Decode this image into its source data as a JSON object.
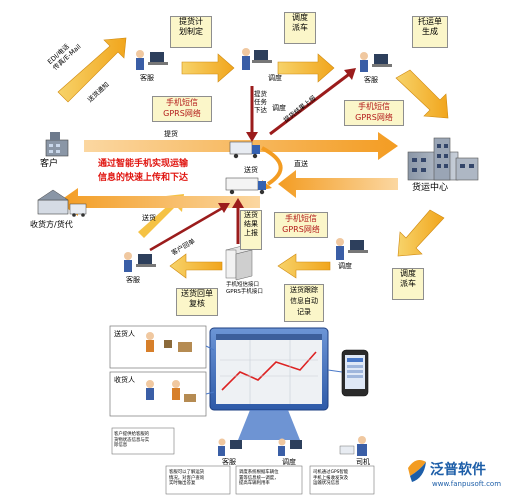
{
  "nodes": {
    "plan_box": "提货计\n划制定",
    "dispatch_top_box": "调度\n派车",
    "waybill_box": "托运单\n生成",
    "dispatch_right_box": "调度\n派车",
    "delivery_result_box": "送货\n结果\n上报",
    "tracking_box": "送货跟踪\n信息自动\n记录",
    "receipt_box": "送货回单\n复核",
    "customer": "客户",
    "consignee": "收货方/货代",
    "freight_center": "货运中心"
  },
  "roles": {
    "cs_top": "客服",
    "dispatch_top": "调度",
    "cs_top_right": "客服",
    "dispatch_right": "调度",
    "cs_bottom": "客服",
    "cs_lower": "客服",
    "dispatch_lower": "调度",
    "driver": "司机"
  },
  "gprs": {
    "top_left": "手机短信\nGPRS网络",
    "top_right": "手机短信\nGPRS网络",
    "middle": "手机短信\nGPRS网络"
  },
  "flows": {
    "edi": "EDI/电话\n传真/E-Mail",
    "pickup_notice": "送货通知",
    "pickup_task": "提货\n任务\n下达",
    "pickup_result": "提货结果上报",
    "pickup": "提货",
    "direct": "直送",
    "delivery": "送货",
    "delivery_left": "送货",
    "customer_receipt": "客户回单",
    "dispatch_inline": "调度",
    "phone_interface": "手机短信接口\nGPRS手机接口"
  },
  "slogan": {
    "line1": "通过智能手机实现运输",
    "line2": "信息的快速上传和下达"
  },
  "bottom": {
    "sender": "送货人",
    "receiver": "收货人",
    "cs_note": "客户提供给客服的\n货物状态信息与实\n际信息",
    "cs_lower_note": "客服可以了解运货\n情况，对客户查询\n实时做出答复",
    "dispatch_lower_note": "调度系统根据车辆位\n置等信息统一调度，\n提高车辆利用率",
    "driver_note": "司机通过GPS智能\n手机上报收发货及\n运输状况信息"
  },
  "logo": {
    "brand": "泛普软件",
    "url": "www.fanpusoft.com"
  },
  "colors": {
    "arrow_yellow": "#f3b723",
    "arrow_orange": "#f39c22",
    "arrow_red": "#9b1c1c",
    "gprs_text": "#b31b1b",
    "slogan_red": "#e0140f",
    "box_fill": "#fbf6c9",
    "screen_blue": "#4a79c8",
    "logo_blue": "#1d5ea8"
  }
}
